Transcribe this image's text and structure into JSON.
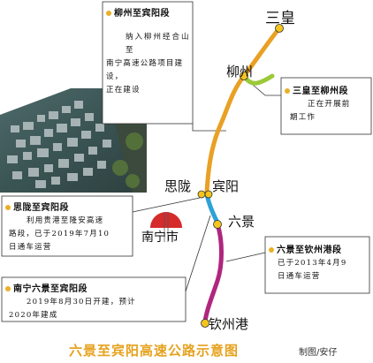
{
  "cities": {
    "sanhuang": "三皇",
    "liuzhou": "柳州",
    "silong": "思陇",
    "binyang": "宾阳",
    "liujing": "六景",
    "nanning": "南宁市",
    "qinzhougang": "钦州港"
  },
  "notes": {
    "liuzhou_binyang": {
      "title": "柳州至宾阳段",
      "lines": [
        "纳入柳州经合山至",
        "南宁高速公路项目建设，",
        "正在建设"
      ]
    },
    "sanhuang_liuzhou": {
      "title": "三皇至柳州段",
      "lines": [
        "正在开展前",
        "期工作"
      ]
    },
    "silong_binyang": {
      "title": "思陇至宾阳段",
      "lines": [
        "利用贵港至隆安高速",
        "路段，已于2019年7月10",
        "日通车运营"
      ]
    },
    "liujing_qinzhou": {
      "title": "六景至钦州港段",
      "lines": [
        "已于2013年4月9",
        "日通车运营"
      ]
    },
    "nanning_liujing_binyang": {
      "title": "南宁六景至宾阳段",
      "lines": [
        "2019年8月30日开建，预计",
        "2020年建成"
      ]
    }
  },
  "footer": {
    "title": "六景至宾阳高速公路示意图",
    "credit": "制图/安仔"
  },
  "colors": {
    "orange_route": "#e9a024",
    "green_route": "#9bc93a",
    "blue_route": "#2ea1d7",
    "purple_route": "#b0267e",
    "station": "#f4c51c",
    "title": "#e6a21e",
    "nanning_mark": "#d62b2b"
  }
}
